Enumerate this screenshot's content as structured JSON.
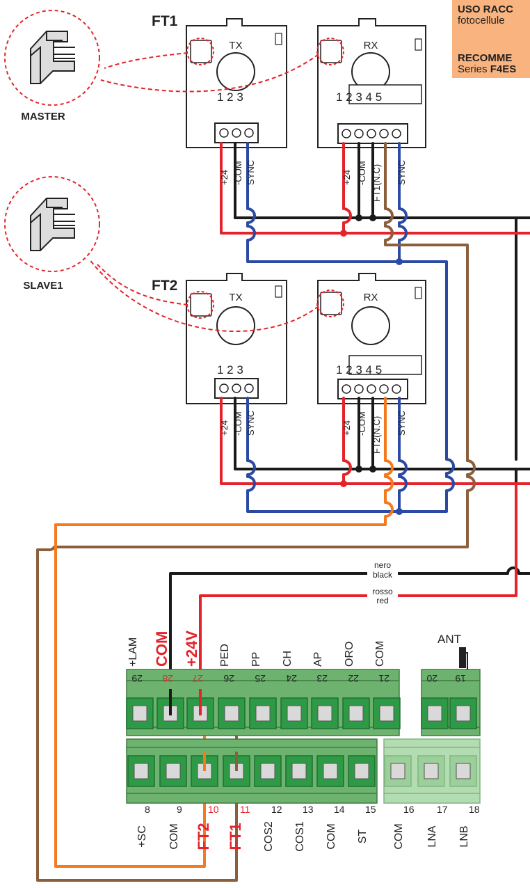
{
  "note": {
    "it_bold": "USO RACC",
    "it_text": "fotocellule",
    "en_bold": "RECOMME",
    "en_text": "Series ",
    "en_series": "F4ES"
  },
  "photocells": {
    "ft1_label": "FT1",
    "ft2_label": "FT2",
    "tx_label": "TX",
    "rx_label": "RX",
    "tx_numbers": "1 2 3",
    "rx_numbers": "1 2 3 4 5",
    "wire_tx": [
      "+24",
      "-COM",
      "SYNC"
    ],
    "wire_rx1": [
      "+24",
      "-COM",
      "FT1(N.C)",
      "SYNC"
    ],
    "wire_rx2": [
      "+24",
      "-COM",
      "FT2(N.C)",
      "SYNC"
    ]
  },
  "jumpers": {
    "master": "MASTER",
    "slave": "SLAVE1"
  },
  "cable": {
    "black_it": "nero",
    "black_en": "black",
    "red_it": "rosso",
    "red_en": "red"
  },
  "board": {
    "top_terminals": [
      {
        "name": "+LAM",
        "num": "29"
      },
      {
        "name": "COM",
        "num": "28"
      },
      {
        "name": "+24V",
        "num": "27"
      },
      {
        "name": "PED",
        "num": "26"
      },
      {
        "name": "PP",
        "num": "25"
      },
      {
        "name": "CH",
        "num": "24"
      },
      {
        "name": "AP",
        "num": "23"
      },
      {
        "name": "ORO",
        "num": "22"
      },
      {
        "name": "COM",
        "num": "21"
      }
    ],
    "ant_label": "ANT",
    "ant_nums": [
      "20",
      "19"
    ],
    "bottom_terminals": [
      {
        "name": "+SC",
        "num": "8"
      },
      {
        "name": "COM",
        "num": "9"
      },
      {
        "name": "FT2",
        "num": "10"
      },
      {
        "name": "FT1",
        "num": "11"
      },
      {
        "name": "COS2",
        "num": "12"
      },
      {
        "name": "COS1",
        "num": "13"
      },
      {
        "name": "COM",
        "num": "14"
      },
      {
        "name": "ST",
        "num": "15"
      }
    ],
    "aux_terminals": [
      {
        "name": "COM",
        "num": "16"
      },
      {
        "name": "LNA",
        "num": "17"
      },
      {
        "name": "LNB",
        "num": "18"
      }
    ]
  },
  "colors": {
    "red": "#e3242b",
    "black": "#1a1a1a",
    "blue": "#2b4aa3",
    "brown": "#8b5e3c",
    "orange": "#f47a20",
    "terminal_green": "#6db36f",
    "terminal_light": "#b4dcb2",
    "note_bg": "#f8b37f"
  }
}
